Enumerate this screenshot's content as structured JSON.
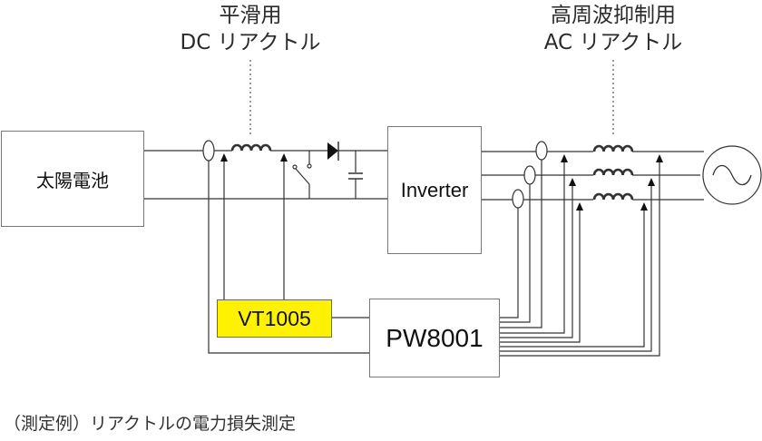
{
  "labels": {
    "dc_reactor": {
      "line1": "平滑用",
      "line2": "DC リアクトル"
    },
    "ac_reactor": {
      "line1": "高周波抑制用",
      "line2": "AC リアクトル"
    }
  },
  "blocks": {
    "solar": "太陽電池",
    "inverter": "Inverter",
    "vt": "VT1005",
    "pw": "PW8001"
  },
  "caption": "（測定例）リアクトルの電力損失測定",
  "colors": {
    "vt_fill": "#fff200",
    "line": "#333333",
    "box_border": "#777777"
  },
  "components": {
    "dc_side": [
      "current-sensor",
      "dc-reactor",
      "voltage-probe",
      "switch",
      "diode",
      "capacitor"
    ],
    "ac_side": [
      "current-sensor-x3",
      "ac-reactor-x3",
      "voltage-probe-x6",
      "ac-source"
    ]
  }
}
